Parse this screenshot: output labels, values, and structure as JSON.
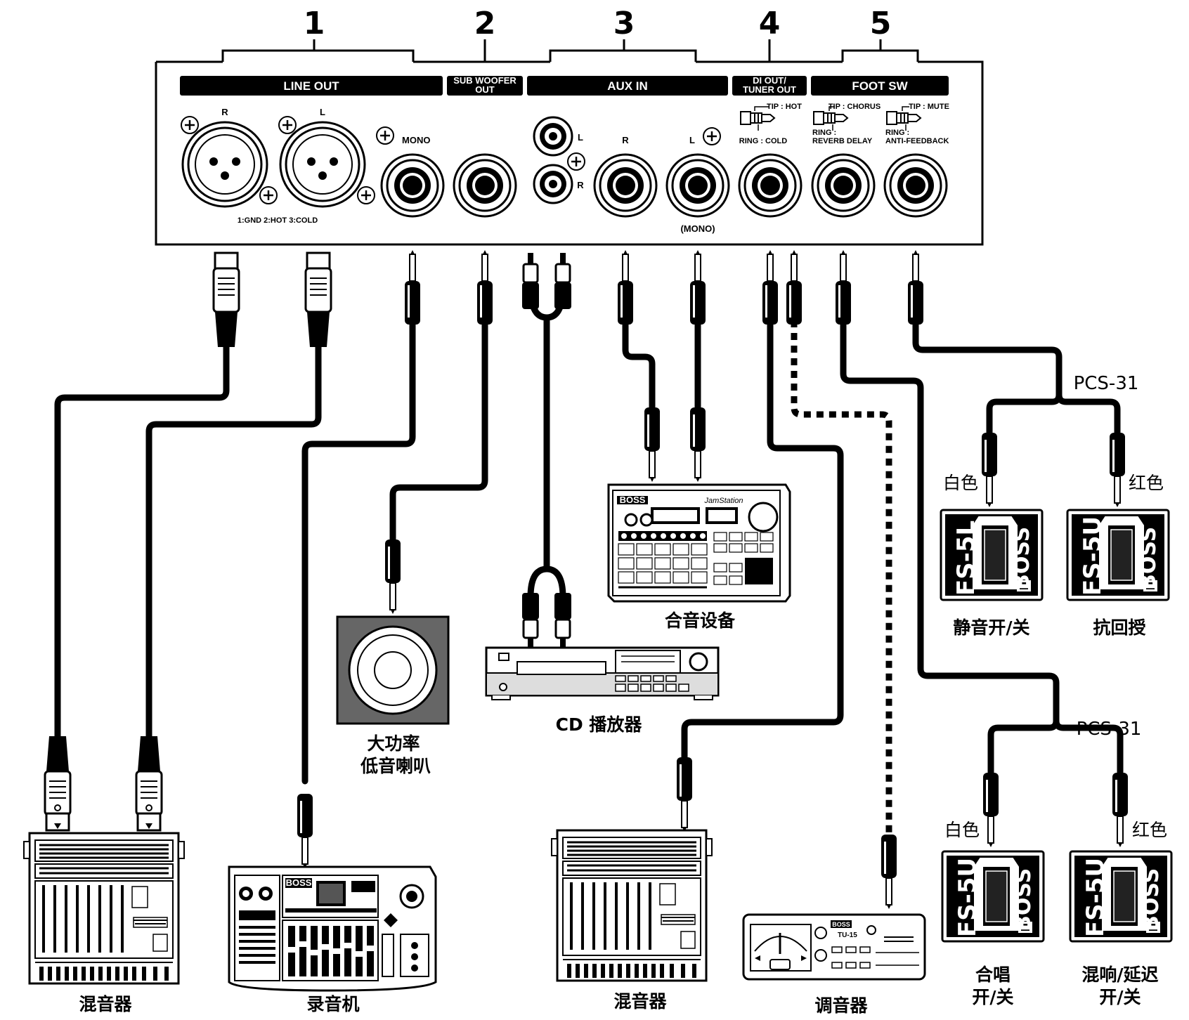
{
  "sections": [
    {
      "number": "1",
      "label": "LINE OUT"
    },
    {
      "number": "2",
      "label": "SUB WOOFER OUT"
    },
    {
      "number": "3",
      "label": "AUX IN"
    },
    {
      "number": "4",
      "label": "DI OUT/ TUNER OUT"
    },
    {
      "number": "5",
      "label": "FOOT SW"
    }
  ],
  "panel_labels": {
    "xlr_r": "R",
    "xlr_l": "L",
    "xlr_pins": "1:GND  2:HOT  3:COLD",
    "mono": "MONO",
    "rca_l": "L",
    "rca_r": "R",
    "aux_r": "R",
    "aux_l": "L",
    "aux_mono": "(MONO)",
    "di_tip": "TIP : HOT",
    "di_ring": "RING : COLD",
    "fs1_tip": "TIP : CHORUS",
    "fs1_ring": "RING :",
    "fs1_ring2": "REVERB  DELAY",
    "fs2_tip": "TIP : MUTE",
    "fs2_ring": "RING :",
    "fs2_ring2": "ANTI-FEEDBACK"
  },
  "devices": {
    "mixer_left": "混音器",
    "recorder": "录音机",
    "subwoofer_line1": "大功率",
    "subwoofer_line2": "低音喇叭",
    "cd_player": "CD 播放器",
    "jam_device": "合音设备",
    "mixer_center": "混音器",
    "tuner": "调音器"
  },
  "pedals": {
    "pcs_top": "PCS-31",
    "pcs_bottom": "PCS-31",
    "white_top": "白色",
    "red_top": "红色",
    "white_bottom": "白色",
    "red_bottom": "红色",
    "pedal1_model": "FS-5L",
    "pedal2_model": "FS-5U",
    "pedal3_model": "FS-5U",
    "pedal4_model": "FS-5U",
    "brand": "BOSS",
    "pedal1_label": "静音开/关",
    "pedal2_label": "抗回授",
    "pedal3_label_line1": "合唱",
    "pedal3_label_line2": "开/关",
    "pedal4_label_line1": "混响/延迟",
    "pedal4_label_line2": "开/关"
  },
  "brands": {
    "jam_logo": "BOSS",
    "jam_title": "JamStation",
    "tuner_logo": "BOSS",
    "tuner_model": "TU-15",
    "recorder_logo": "BOSS"
  }
}
